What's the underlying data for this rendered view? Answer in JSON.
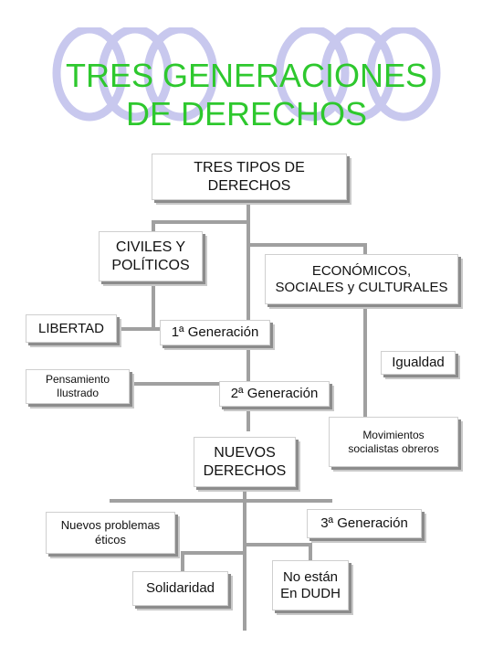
{
  "title": {
    "line1": "TRES GENERACIONES",
    "line2": "DE DERECHOS"
  },
  "nodes": {
    "tres_tipos": [
      "TRES TIPOS DE",
      "DERECHOS"
    ],
    "civiles": [
      "CIVILES Y",
      "POLÍTICOS"
    ],
    "economicos": [
      "ECONÓMICOS,",
      "SOCIALES y CULTURALES"
    ],
    "libertad": "LIBERTAD",
    "gen1": "1ª Generación",
    "igualdad": "Igualdad",
    "pensamiento": [
      "Pensamiento",
      "Ilustrado"
    ],
    "gen2": "2ª Generación",
    "movimientos": [
      "Movimientos",
      "socialistas obreros"
    ],
    "nuevos": [
      "NUEVOS",
      "DERECHOS"
    ],
    "nuevos_problemas": [
      "Nuevos problemas",
      "éticos"
    ],
    "gen3": "3ª Generación",
    "solidaridad": "Solidaridad",
    "no_estan": [
      "No están",
      "En DUDH"
    ]
  },
  "colors": {
    "title": "#2ec82e",
    "connector": "#a0a0a0",
    "shadow": "#8c8c8c",
    "ellipse": "#c8c8ee"
  }
}
